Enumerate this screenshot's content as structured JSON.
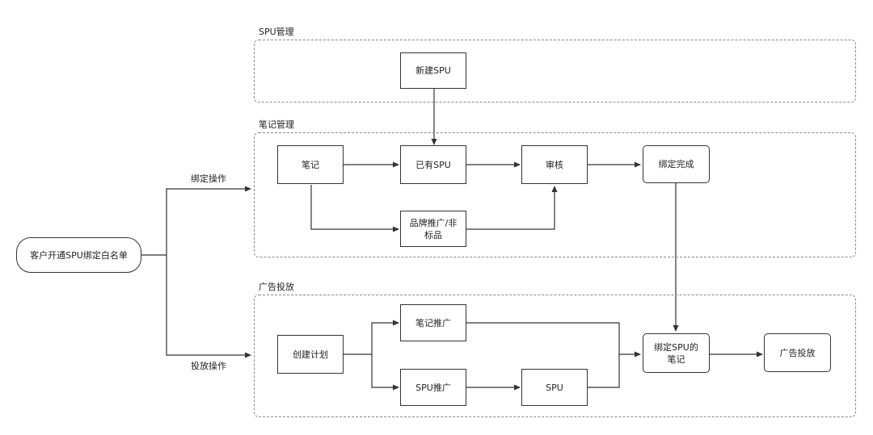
{
  "groups": {
    "spu_mgmt": "SPU管理",
    "note_mgmt": "笔记管理",
    "ad_delivery": "广告投放"
  },
  "nodes": {
    "whitelist": "客户开通SPU绑定白名单",
    "new_spu": "新建SPU",
    "note": "笔记",
    "existing_spu": "已有SPU",
    "review": "审核",
    "bind_done": "绑定完成",
    "brand_promo_line1": "品牌推广/非",
    "brand_promo_line2": "标品",
    "create_plan": "创建计划",
    "note_promo": "笔记推广",
    "spu_promo": "SPU推广",
    "spu": "SPU",
    "bound_note_line1": "绑定SPU的",
    "bound_note_line2": "笔记",
    "ad_delivery": "广告投放"
  },
  "edge_labels": {
    "bind_op": "绑定操作",
    "delivery_op": "投放操作"
  },
  "colors": {
    "line": "#333333",
    "group_border": "#8a8a8a"
  }
}
